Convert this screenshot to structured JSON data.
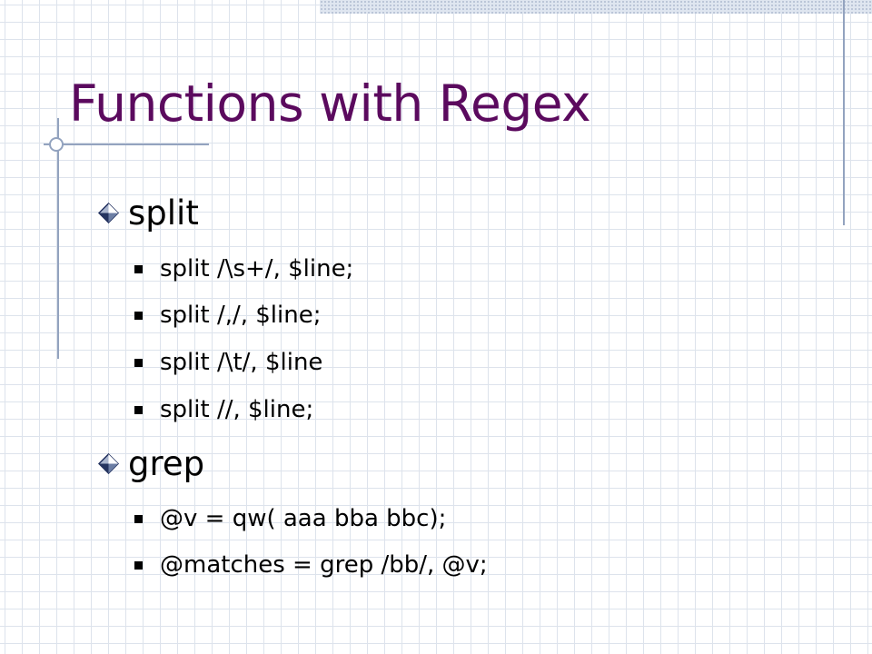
{
  "slide": {
    "title": "Functions with Regex",
    "sections": [
      {
        "heading": "split",
        "items": [
          "split /\\s+/, $line;",
          "split /,/, $line;",
          "split /\\t/, $line",
          "split //, $line;"
        ]
      },
      {
        "heading": "grep",
        "items": [
          "@v = qw( aaa bba bbc);",
          "@matches = grep /bb/, @v;"
        ]
      }
    ]
  },
  "colors": {
    "title": "#5b0a5e",
    "text": "#000000",
    "accent_line": "#93a3bf",
    "grid": "#dde3ec"
  },
  "icons": {
    "level1_bullet": "diamond-bullet-icon",
    "level2_bullet": "square-bullet-icon",
    "title_marker": "target-circle-icon"
  }
}
